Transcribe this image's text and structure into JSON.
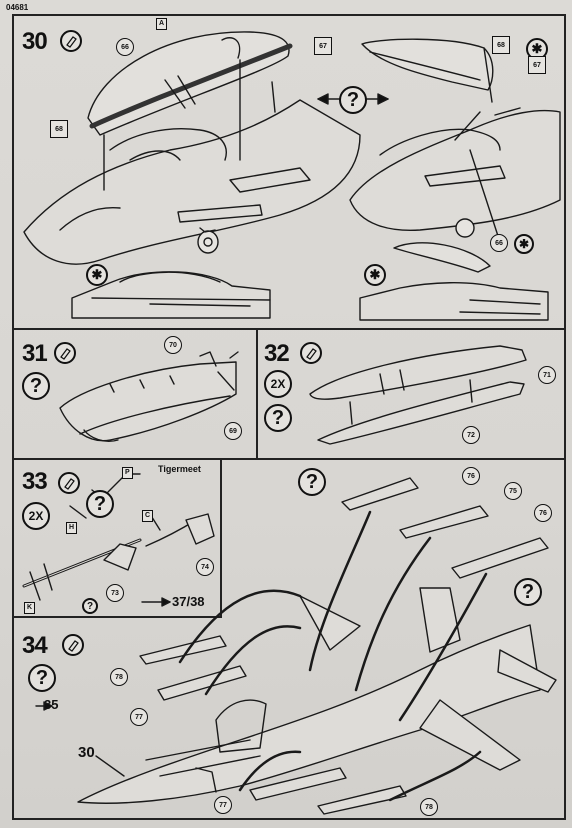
{
  "code": "04681",
  "steps": {
    "s30": "30",
    "s31": "31",
    "s32": "32",
    "s33": "33",
    "s34": "34"
  },
  "symbols": {
    "question": "?",
    "times2": "2X",
    "asterisk": "✱"
  },
  "parts": {
    "p66": "66",
    "p67": "67",
    "p68": "68",
    "p69": "69",
    "p70": "70",
    "p71": "71",
    "p72": "72",
    "p73": "73",
    "p74": "74",
    "p75": "75",
    "p76": "76",
    "p77": "77",
    "p78": "78"
  },
  "tags": {
    "a": "A",
    "p": "P",
    "h": "H",
    "c": "C",
    "k": "K"
  },
  "text": {
    "tigermeet": "Tigermeet",
    "next_steps": "37/38",
    "goto": "35",
    "ref30": "30"
  }
}
